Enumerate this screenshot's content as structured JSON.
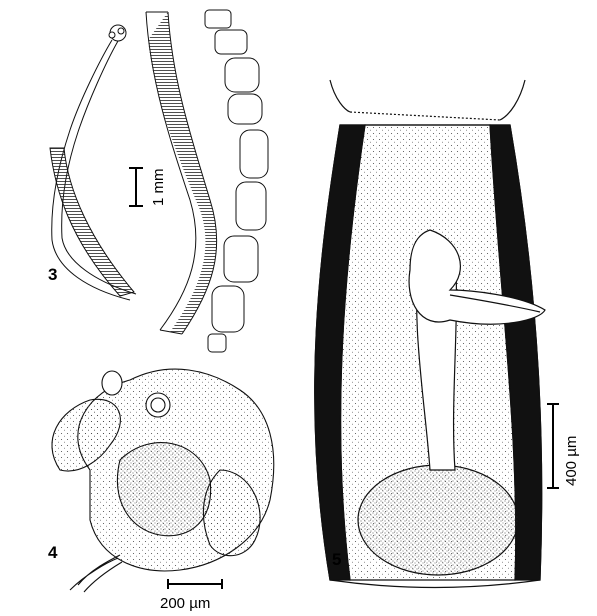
{
  "figure": {
    "panels": [
      {
        "number": "3",
        "content": "strobila fragments"
      },
      {
        "number": "4",
        "content": "scolex"
      },
      {
        "number": "5",
        "content": "mature proglottid"
      }
    ],
    "scale_bars": [
      {
        "label": "1 mm"
      },
      {
        "label": "200 µm"
      },
      {
        "label": "400 µm"
      }
    ]
  }
}
